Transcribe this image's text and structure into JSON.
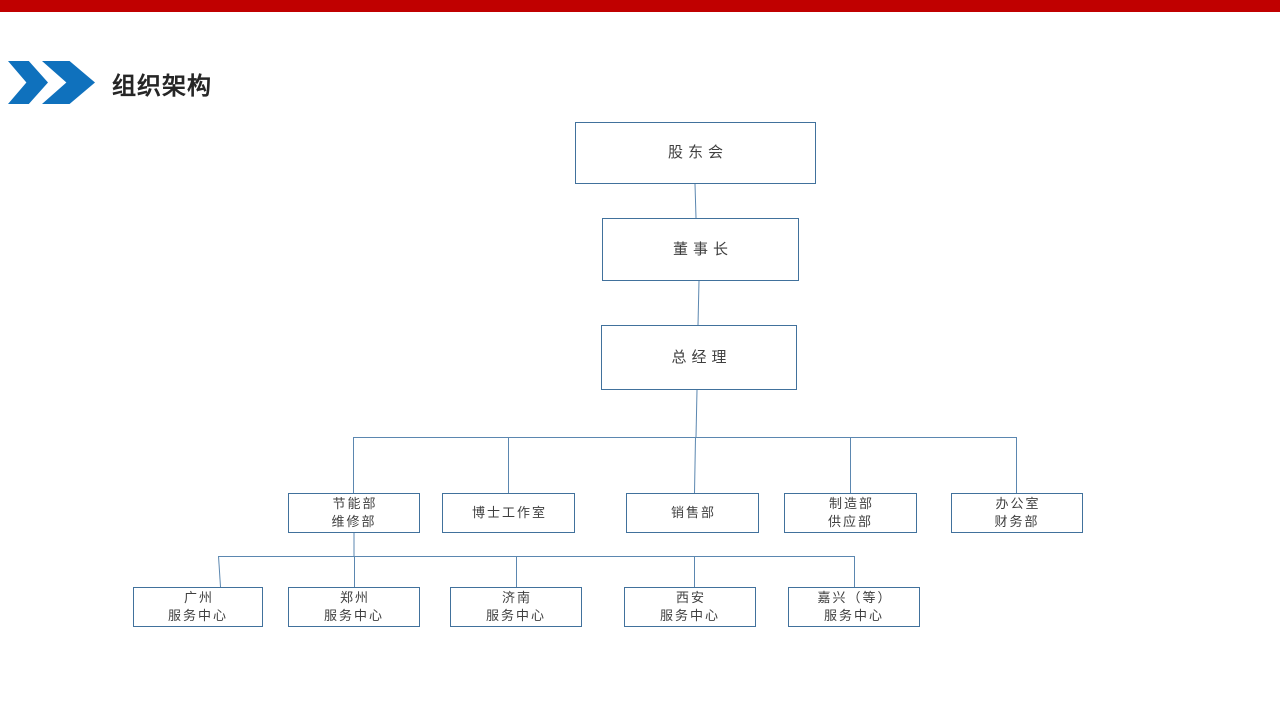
{
  "colors": {
    "topbar": "#C00000",
    "chevron": "#0F71BD",
    "box_border": "#41719C",
    "connector": "#5B87B0",
    "title_text": "#262626",
    "box_text": "#3F3F3F"
  },
  "header": {
    "title": "组织架构",
    "accent_icon": "double-chevron-right"
  },
  "org_chart": {
    "level1": {
      "label": "股东会"
    },
    "level2": {
      "label": "董事长"
    },
    "level3": {
      "label": "总经理"
    },
    "departments": [
      {
        "label": "节能部\n维修部"
      },
      {
        "label": "博士工作室"
      },
      {
        "label": "销售部"
      },
      {
        "label": "制造部\n供应部"
      },
      {
        "label": "办公室\n财务部"
      }
    ],
    "service_centers": [
      {
        "label": "广州\n服务中心"
      },
      {
        "label": "郑州\n服务中心"
      },
      {
        "label": "济南\n服务中心"
      },
      {
        "label": "西安\n服务中心"
      },
      {
        "label": "嘉兴（等）\n服务中心"
      }
    ]
  }
}
